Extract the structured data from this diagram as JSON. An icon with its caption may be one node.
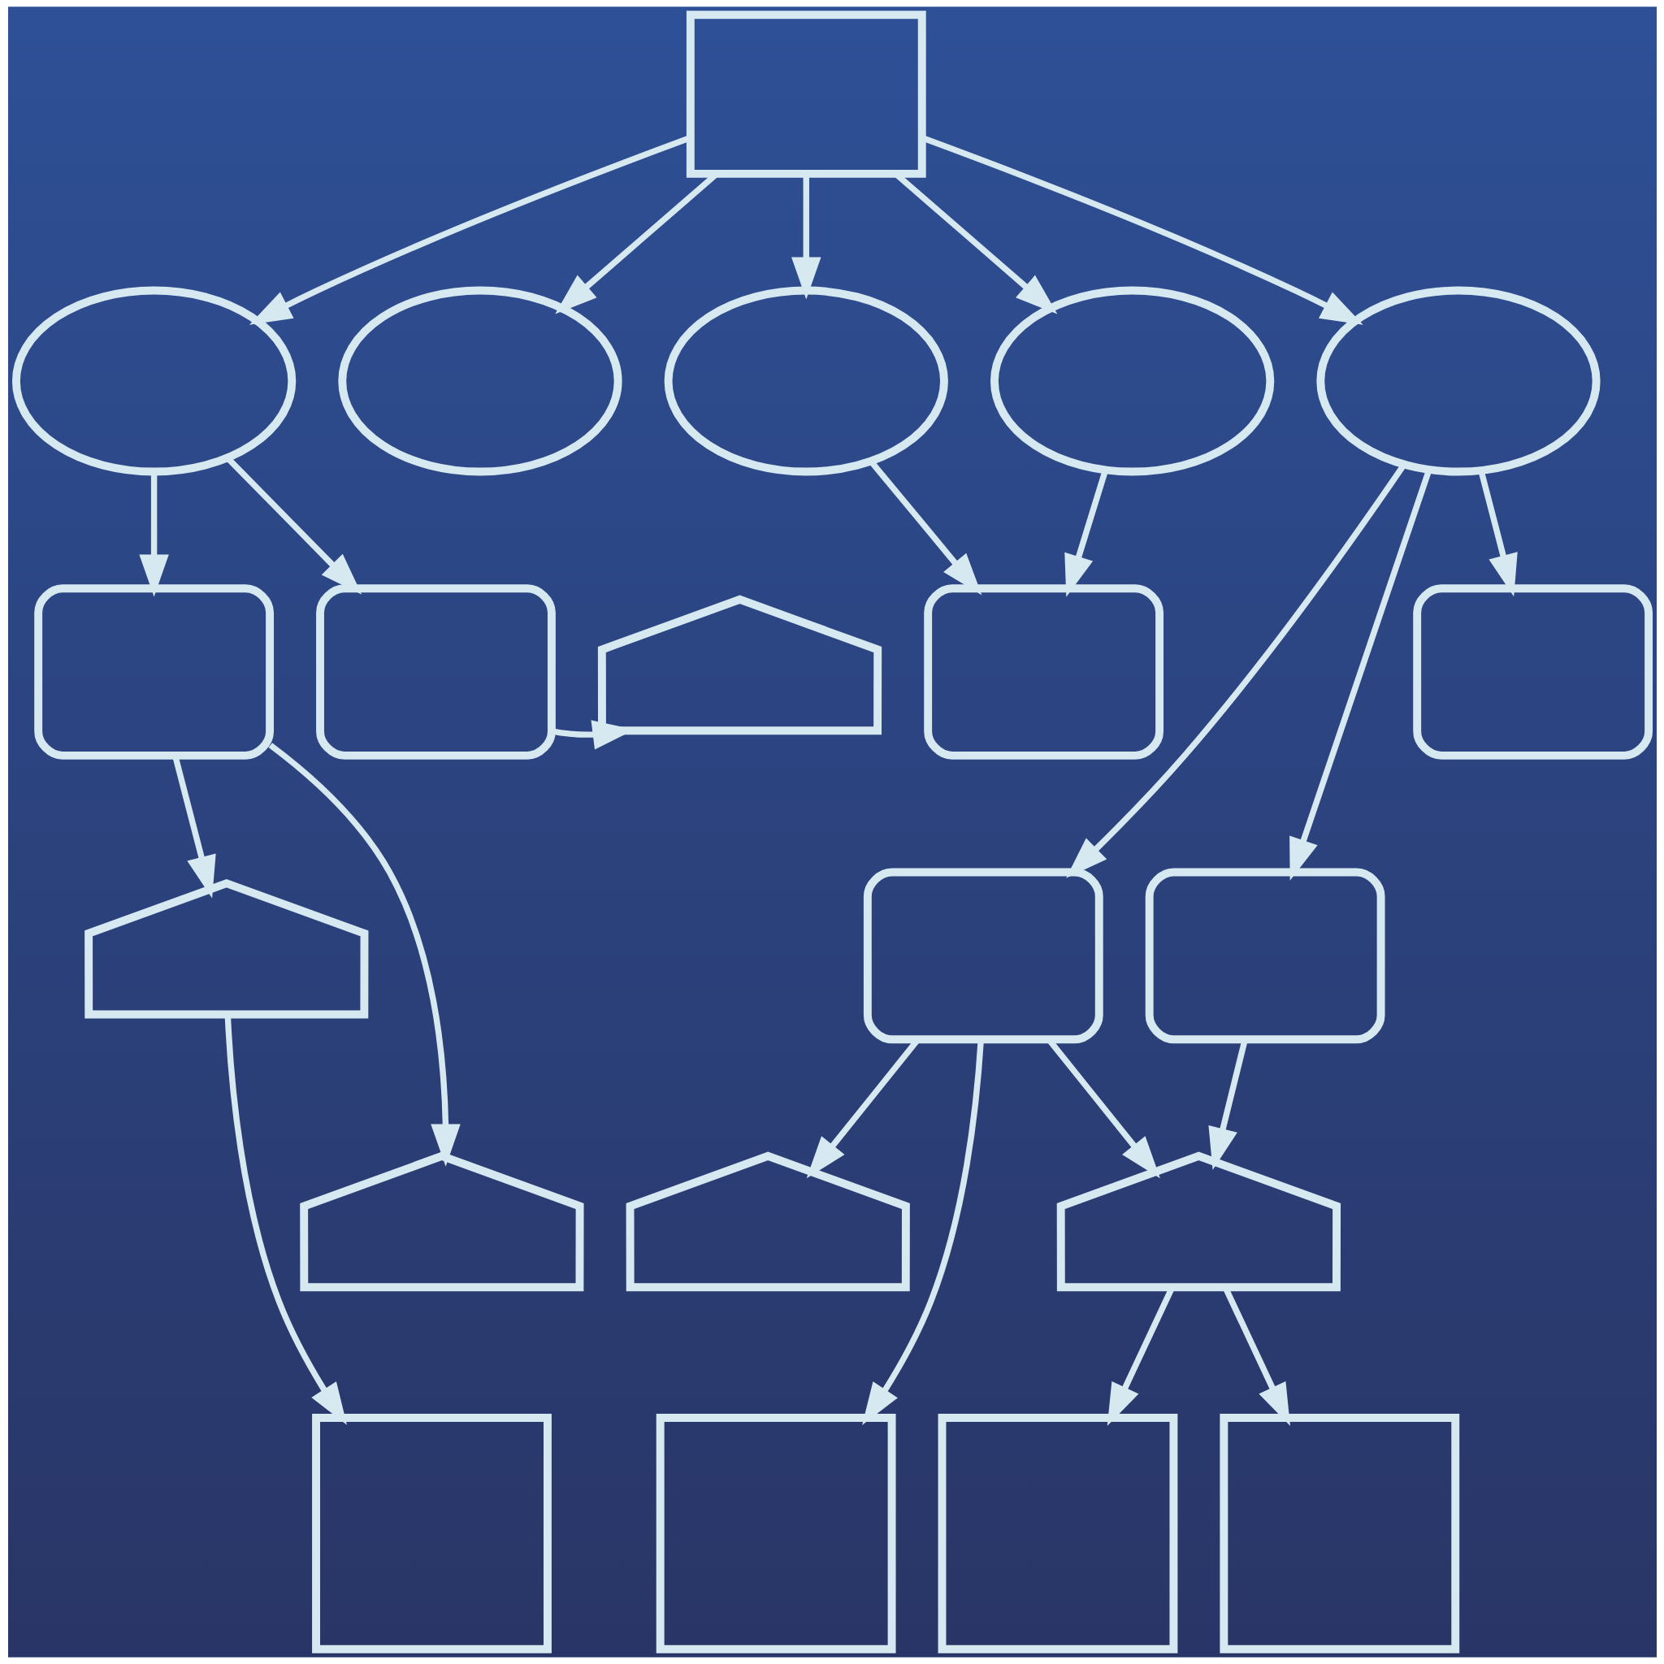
{
  "diagram": {
    "nodes": [
      {
        "text": [],
        "shape": "box"
      },
      {
        "text": [],
        "shape": "ellipse"
      },
      {
        "text": [],
        "shape": "ellipse"
      },
      {
        "text": [],
        "shape": "ellipse"
      },
      {
        "text": [],
        "shape": "ellipse"
      },
      {
        "text": [],
        "shape": "ellipse"
      },
      {
        "text": [],
        "shape": "box"
      },
      {
        "text": [],
        "shape": "box"
      },
      {
        "text": [],
        "shape": "semicircle"
      },
      {
        "text": [],
        "shape": "box"
      },
      {
        "text": [],
        "shape": "box"
      },
      {
        "text": [],
        "shape": "semicircle"
      },
      {
        "text": [],
        "shape": "box"
      },
      {
        "text": [],
        "shape": "box"
      },
      {
        "text": [],
        "shape": "semicircle"
      },
      {
        "text": [],
        "shape": "semicircle"
      },
      {
        "text": [],
        "shape": "semicircle"
      },
      {
        "text": [],
        "shape": "square"
      },
      {
        "text": [],
        "shape": "square"
      },
      {
        "text": [],
        "shape": "square"
      },
      {
        "text": [],
        "shape": "square"
      }
    ],
    "edges": [
      {
        "from": 0,
        "to": 1,
        "arrow": "to"
      },
      {
        "from": 0,
        "to": 2,
        "arrow": "to"
      },
      {
        "from": 0,
        "to": 3,
        "arrow": "to"
      },
      {
        "from": 0,
        "to": 4,
        "arrow": "to"
      },
      {
        "from": 0,
        "to": 5,
        "arrow": "to"
      },
      {
        "from": 1,
        "to": 6,
        "arrow": "to"
      },
      {
        "from": 1,
        "to": 7,
        "arrow": "to"
      },
      {
        "from": 7,
        "to": 8,
        "arrow": "to"
      },
      {
        "from": 3,
        "to": 9,
        "arrow": "to"
      },
      {
        "from": 4,
        "to": 9,
        "arrow": "to"
      },
      {
        "from": 5,
        "to": 12,
        "arrow": "to"
      },
      {
        "from": 5,
        "to": 13,
        "arrow": "to"
      },
      {
        "from": 5,
        "to": 10,
        "arrow": "to"
      },
      {
        "from": 6,
        "to": 11,
        "arrow": "to"
      },
      {
        "from": 6,
        "to": 14,
        "arrow": "to"
      },
      {
        "from": 11,
        "to": 17,
        "arrow": "to"
      },
      {
        "from": 12,
        "to": 15,
        "arrow": "to"
      },
      {
        "from": 12,
        "to": 18,
        "arrow": "to"
      },
      {
        "from": 12,
        "to": 16,
        "arrow": "to"
      },
      {
        "from": 13,
        "to": 16,
        "arrow": "to"
      },
      {
        "from": 16,
        "to": 19,
        "arrow": "to"
      },
      {
        "from": 16,
        "to": 20,
        "arrow": "to"
      }
    ]
  }
}
